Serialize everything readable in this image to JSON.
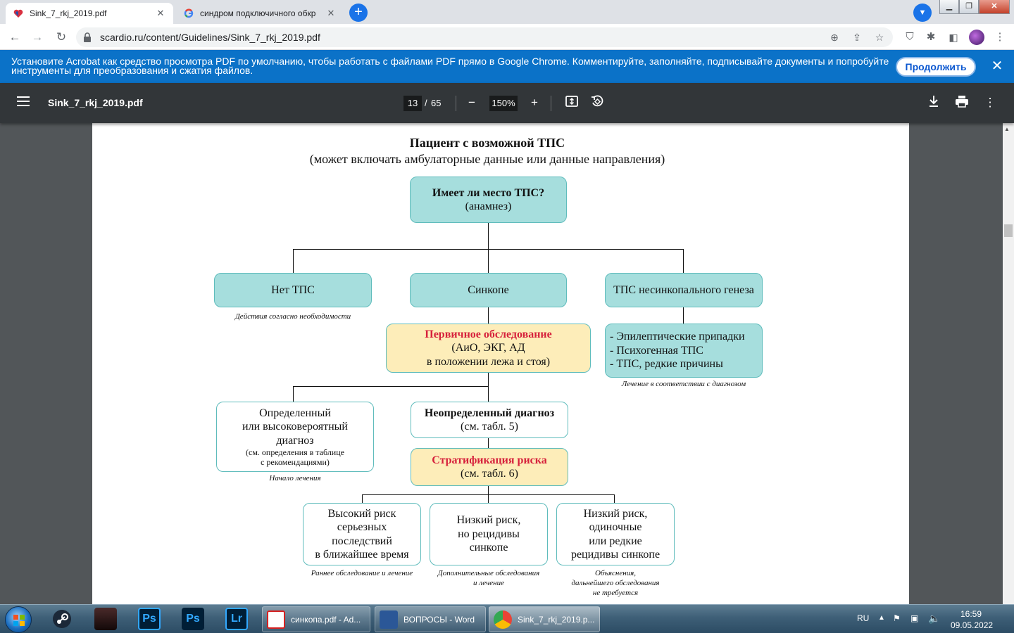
{
  "browser": {
    "tabs": [
      {
        "title": "Sink_7_rkj_2019.pdf",
        "active": true
      },
      {
        "title": "синдром подключичного обкр",
        "active": false
      }
    ],
    "url": "scardio.ru/content/Guidelines/Sink_7_rkj_2019.pdf"
  },
  "banner": {
    "text": "Установите Acrobat как средство просмотра PDF по умолчанию, чтобы работать с файлами PDF прямо в Google Chrome. Комментируйте, заполняйте, подписывайте документы и попробуйте инструменты для преобразования и сжатия файлов.",
    "button": "Продолжить"
  },
  "pdf": {
    "filename": "Sink_7_rkj_2019.pdf",
    "page": "13",
    "separator": "/",
    "total": "65",
    "zoom": "150%"
  },
  "flowchart": {
    "title": "Пациент с возможной ТПС",
    "subtitle": "(может включать амбулаторные данные или данные направления)",
    "q_line1": "Имеет ли место ТПС?",
    "q_line2": "(анамнез)",
    "no_tps": "Нет ТПС",
    "syncope": "Синкопе",
    "nonsync": "ТПС несинкопального генеза",
    "note_no_tps": "Действия согласно необходимости",
    "primary_title": "Первичное обследование",
    "primary_l2": "(АиО, ЭКГ, АД",
    "primary_l3": "в положении лежа и стоя)",
    "nonsync_l1": "- Эпилептические припадки",
    "nonsync_l2": "- Психогенная ТПС",
    "nonsync_l3": "- ТПС, редкие причины",
    "note_nonsync": "Лечение в соответствии с диагнозом",
    "defined_l1": "Определенный",
    "defined_l2": "или высоковероятный",
    "defined_l3": "диагноз",
    "defined_l4": "(см. определения в таблице",
    "defined_l5": "с рекомендациями)",
    "note_defined": "Начало лечения",
    "undef_title": "Неопределенный диагноз",
    "undef_ref": "(см. табл. 5)",
    "strat_title": "Стратификация риска",
    "strat_ref": "(см. табл. 6)",
    "high_l1": "Высокий риск",
    "high_l2": "серьезных",
    "high_l3": "последствий",
    "high_l4": "в ближайшее время",
    "low_l1": "Низкий риск,",
    "low_l2": "но рецидивы",
    "low_l3": "синкопе",
    "low2_l1": "Низкий риск,",
    "low2_l2": "одиночные",
    "low2_l3": "или редкие",
    "low2_l4": "рецидивы синкопе",
    "note_high": "Раннее обследование и лечение",
    "note_low_l1": "Дополнительные обследования",
    "note_low_l2": "и лечение",
    "note_low2_l1": "Объяснения,",
    "note_low2_l2": "дальнейшего обследования",
    "note_low2_l3": "не требуется"
  },
  "taskbar": {
    "tasks": [
      {
        "label": "синкопа.pdf - Ad..."
      },
      {
        "label": "ВОПРОСЫ - Word"
      },
      {
        "label": "Sink_7_rkj_2019.p..."
      }
    ],
    "pins": {
      "ps1": "Ps",
      "ps2": "Ps",
      "lr": "Lr"
    },
    "lang": "RU",
    "time": "16:59",
    "date": "09.05.2022"
  },
  "colors": {
    "teal_box": "#a6dedd",
    "yellow_box": "#fdedb9",
    "accent_red": "#d6203b",
    "banner": "#0b72c8",
    "pdf_toolbar": "#323639"
  }
}
